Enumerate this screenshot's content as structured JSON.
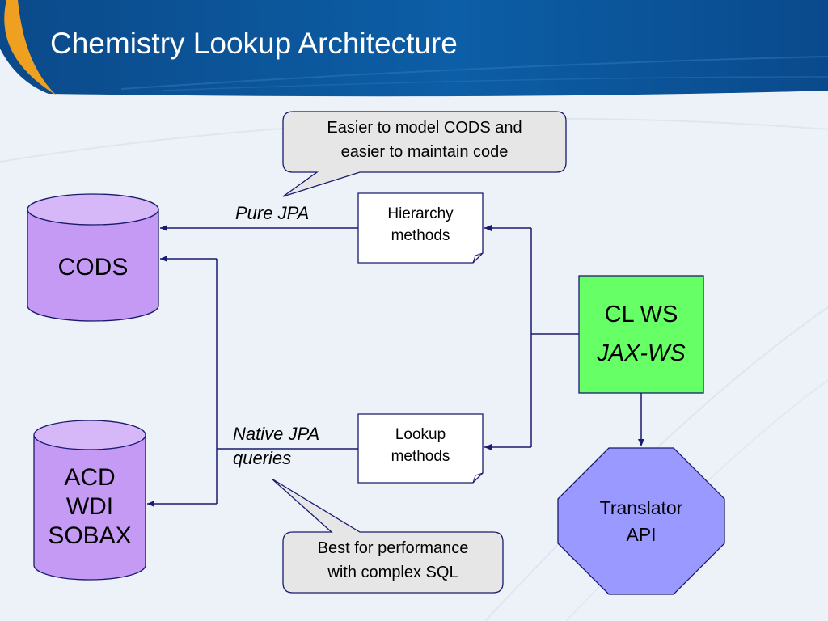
{
  "slide": {
    "title": "Chemistry Lookup Architecture"
  },
  "nodes": {
    "cods": {
      "label": "CODS"
    },
    "acd_db": {
      "lines": [
        "ACD",
        "WDI",
        "SOBAX"
      ]
    },
    "hierarchy_methods": {
      "lines": [
        "Hierarchy",
        "methods"
      ]
    },
    "lookup_methods": {
      "lines": [
        "Lookup",
        "methods"
      ]
    },
    "cl_ws": {
      "line1": "CL WS",
      "line2": "JAX-WS"
    },
    "translator_api": {
      "lines": [
        "Translator",
        "API"
      ]
    }
  },
  "connectors": {
    "pure_jpa": "Pure JPA",
    "native_jpa": [
      "Native JPA",
      "queries"
    ]
  },
  "callouts": {
    "top": {
      "lines": [
        "Easier to model CODS and",
        "easier to maintain code"
      ]
    },
    "bottom": {
      "lines": [
        "Best for performance",
        "with complex SQL"
      ]
    }
  },
  "colors": {
    "header_blue": "#0a4f8f",
    "header_accent_orange": "#f0a020",
    "database_fill": "#c49af5",
    "cl_ws_fill": "#66ff66",
    "translator_fill": "#9999ff",
    "callout_fill": "#e6e6e6",
    "line_color": "#1a1a6e"
  }
}
